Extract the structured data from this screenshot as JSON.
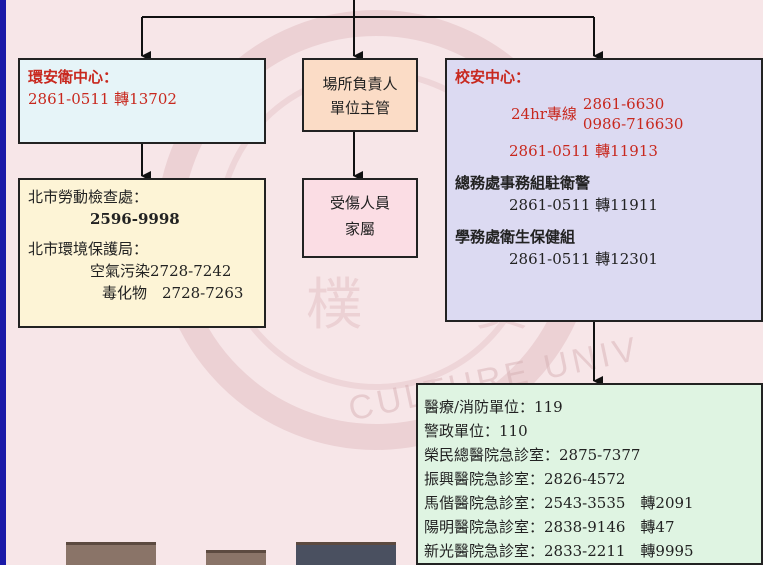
{
  "env_center": {
    "title": "環安衛中心：",
    "phone": "2861-0511 轉13702"
  },
  "venue": {
    "line1": "場所負責人",
    "line2": "單位主管"
  },
  "security_center": {
    "title": "校安中心：",
    "hotline_label": "24hr專線",
    "hotline_1": "2861-6630",
    "hotline_2": "0986-716630",
    "ext": "2861-0511 轉11913",
    "general_affairs_title": "總務處事務組駐衛警",
    "general_affairs_phone": "2861-0511 轉11911",
    "student_affairs_title": "學務處衛生保健組",
    "student_affairs_phone": "2861-0511 轉12301"
  },
  "labor_env": {
    "labor_title": "北市勞動檢查處：",
    "labor_phone": "2596-9998",
    "env_title": "北市環境保護局：",
    "air_pollution": "空氣污染2728-7242",
    "toxic": "毒化物　2728-7263"
  },
  "injured": {
    "line1": "受傷人員",
    "line2": "家屬"
  },
  "medical": {
    "items": [
      "醫療/消防單位：119",
      "警政單位：110",
      "榮民總醫院急診室：2875-7377",
      "振興醫院急診室：2826-4572",
      "馬偕醫院急診室：2543-3535　轉2091",
      "陽明醫院急診室：2838-9146　轉47",
      "新光醫院急診室：2833-2211　轉9995"
    ]
  },
  "watermark": {
    "text": "CULTURE UNIV",
    "chars": "樸　實"
  },
  "colors": {
    "frame": "#1a1aa8",
    "background": "#f7e6e8",
    "red_text": "#c8281e",
    "env_box": "#e6f4f8",
    "venue_box": "#fbdcc6",
    "security_box": "#dcdaf2",
    "labor_box": "#fdf4d6",
    "injured_box": "#fbdde4",
    "medical_box": "#dff4e2"
  }
}
